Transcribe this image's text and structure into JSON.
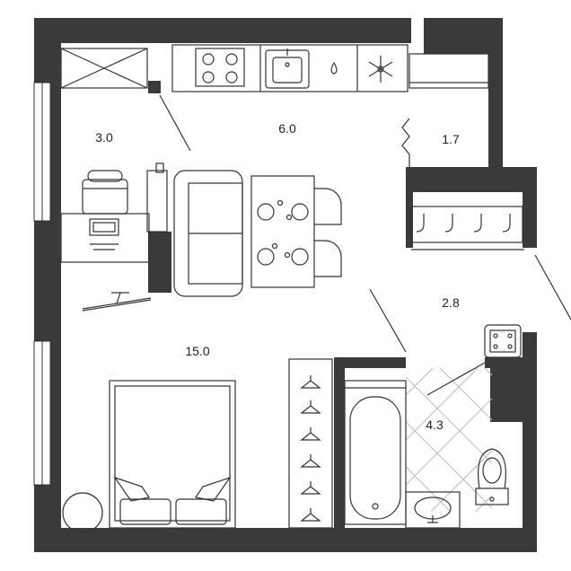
{
  "plan": {
    "rooms": [
      {
        "id": "balcony",
        "area": "3.0"
      },
      {
        "id": "kitchen",
        "area": "6.0"
      },
      {
        "id": "storage",
        "area": "1.7"
      },
      {
        "id": "hall",
        "area": "2.8"
      },
      {
        "id": "living",
        "area": "15.0"
      },
      {
        "id": "bathroom",
        "area": "4.3"
      }
    ],
    "colors": {
      "wall": "#3a3a3a",
      "line": "#333333",
      "background": "#ffffff",
      "tile": "#bbbbbb"
    }
  }
}
